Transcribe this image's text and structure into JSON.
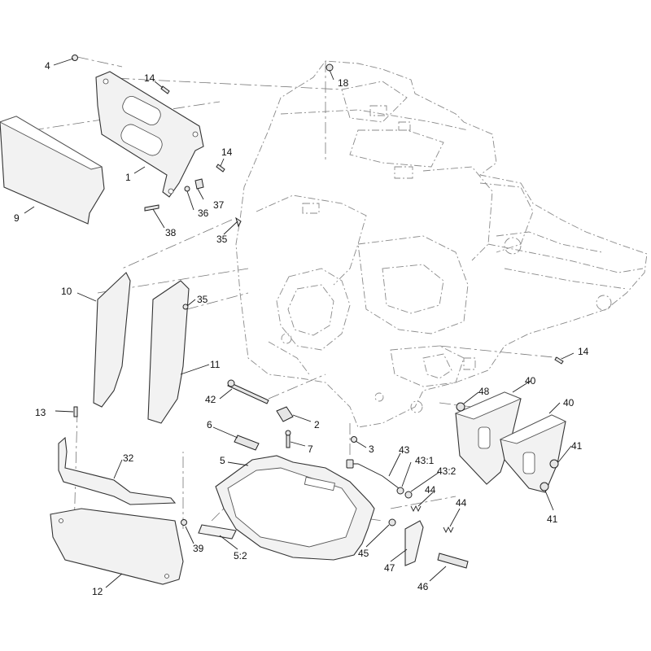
{
  "callouts": {
    "c4": "4",
    "c14a": "14",
    "c18": "18",
    "c14b": "14",
    "c1": "1",
    "c37": "37",
    "c36": "36",
    "c9": "9",
    "c38": "38",
    "c35a": "35",
    "c10": "10",
    "c35b": "35",
    "c11": "11",
    "c14c": "14",
    "c42": "42",
    "c48": "48",
    "c40a": "40",
    "c40b": "40",
    "c2": "2",
    "c13": "13",
    "c6": "6",
    "c7": "7",
    "c3": "3",
    "c43": "43",
    "c43_1": "43:1",
    "c43_2": "43:2",
    "c41a": "41",
    "c32": "32",
    "c5": "5",
    "c44a": "44",
    "c44b": "44",
    "c41b": "41",
    "c39": "39",
    "c5_2": "5:2",
    "c45": "45",
    "c47": "47",
    "c12": "12",
    "c46": "46"
  }
}
